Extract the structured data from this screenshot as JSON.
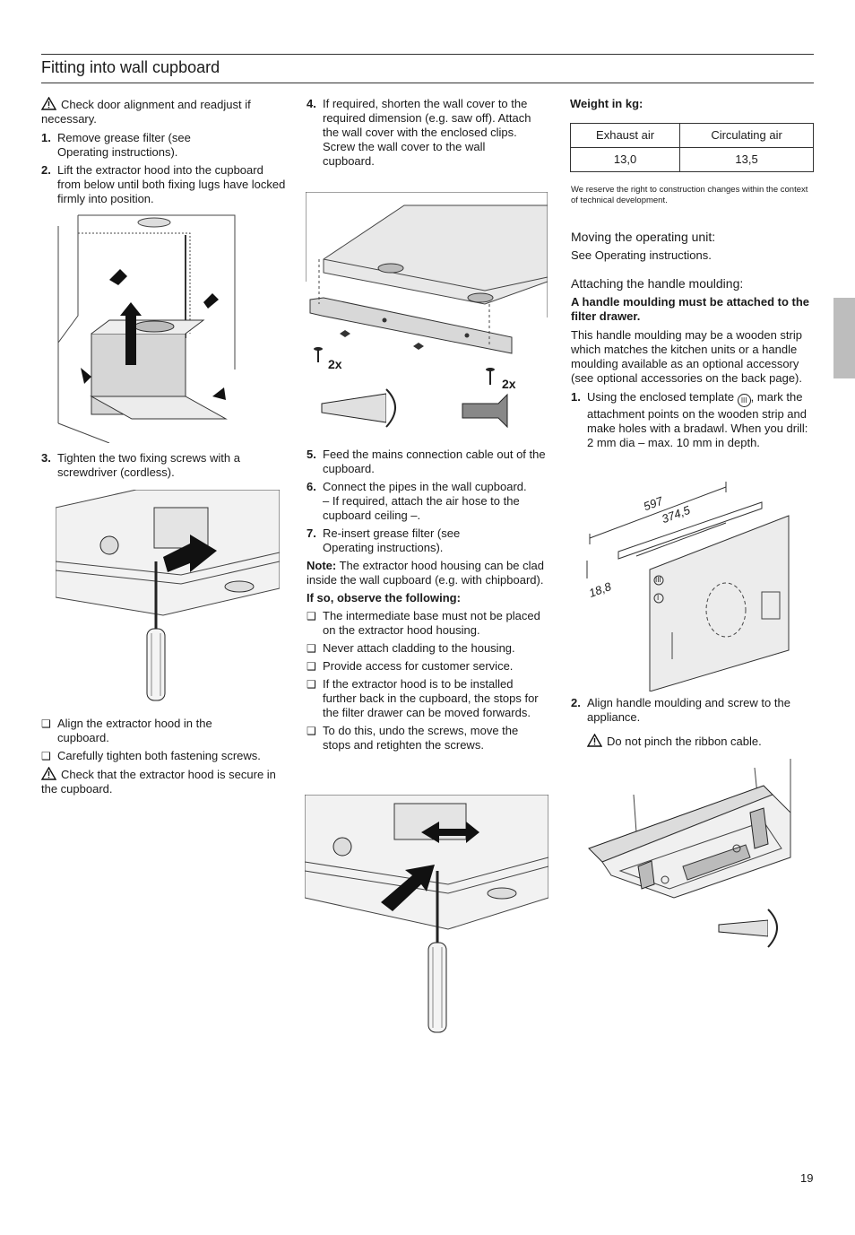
{
  "header": {
    "title": "Fitting into wall cupboard"
  },
  "col1": {
    "warn1": "Check door alignment and readjust if necessary.",
    "steps_a": [
      {
        "num": "1.",
        "text": "Remove grease filter (see Operating instructions)."
      },
      {
        "num": "2.",
        "text": "Lift the extractor hood into the cupboard from below until both fixing lugs have locked firmly into position."
      }
    ],
    "step3": {
      "num": "3.",
      "text": "Tighten the two fixing screws with a screwdriver (cordless)."
    },
    "checks": [
      "Align the extractor hood in the cupboard.",
      "Carefully tighten both fastening screws."
    ],
    "warn2": "Check that the extractor hood is secure in the cupboard."
  },
  "col2": {
    "step4": {
      "num": "4.",
      "text": "If required, shorten the wall cover to the required dimension (e.g. saw off). Attach the wall cover with the enclosed clips.",
      "text2": "Screw the wall cover to the wall cupboard."
    },
    "fig_labels": {
      "left_count": "2x",
      "right_count": "2x"
    },
    "steps_b": [
      {
        "num": "5.",
        "text": "Feed the mains connection cable out of the cupboard."
      },
      {
        "num": "6.",
        "text": "Connect the pipes in the wall cupboard. – If required, attach the air hose to the cupboard ceiling –."
      },
      {
        "num": "7.",
        "text": "Re-insert grease filter (see Operating instructions)."
      }
    ],
    "note_label": "Note:",
    "note_text": "The extractor hood housing can be clad inside the wall cupboard (e.g. with chipboard).",
    "observe": "If so, observe the following:",
    "checks": [
      "The intermediate base must not be placed on the extractor hood housing.",
      "Never attach cladding to the housing.",
      "Provide access for customer service.",
      "If the extractor hood is to be installed further back in the cupboard, the stops for the filter drawer can be moved forwards.",
      "To do this, undo the screws, move the stops and retighten the screws."
    ]
  },
  "col3": {
    "weight_title": "Weight in kg:",
    "table": {
      "headers": [
        "Exhaust air",
        "Circulating air"
      ],
      "values": [
        "13,0",
        "13,5"
      ]
    },
    "reserve": "We reserve the right to construction changes within the context of technical development.",
    "moving_title": "Moving the operating unit:",
    "moving_text": "See Operating instructions.",
    "attach_title": "Attaching the handle moulding:",
    "attach_bold": "A handle moulding must be attached to the filter drawer.",
    "attach_text": "This handle moulding may be a wooden strip which matches the kitchen units or a handle moulding available as an optional accessory (see optional accessories on the back page).",
    "step1": {
      "num": "1.",
      "pre": "Using the enclosed template",
      "icon": "III",
      "post": ", mark the attachment points on the wooden strip and make holes with a bradawl. When you drill:",
      "drill": "2 mm dia – max. 10 mm in depth."
    },
    "dims": {
      "length": "597",
      "spacing": "374,5",
      "height": "18,8",
      "tpl1": "III",
      "tpl2": "I"
    },
    "step2": {
      "num": "2.",
      "text": "Align handle moulding and screw to the appliance."
    },
    "warn": "Do not pinch the ribbon cable."
  },
  "page_number": "19"
}
